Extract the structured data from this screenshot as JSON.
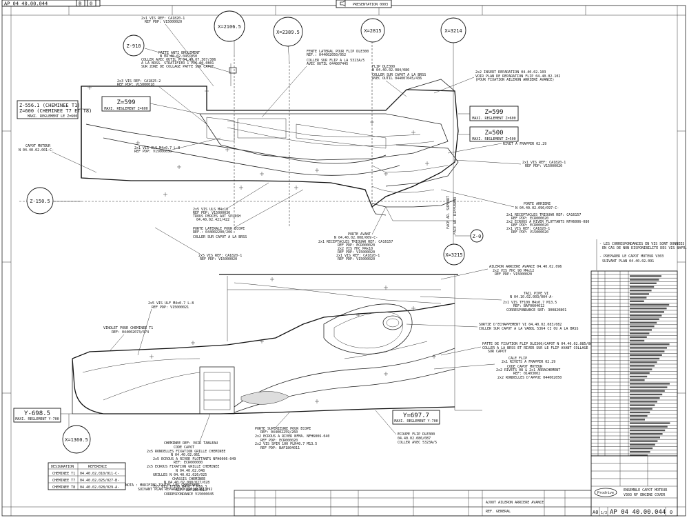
{
  "header": {
    "doc_number": "AP 04 40.00.044",
    "rev_letters": [
      "B",
      "0"
    ],
    "stamp": "PRESENTATION 0003"
  },
  "circles": [
    {
      "key": "c1",
      "label": "X=2106.5"
    },
    {
      "key": "c2",
      "label": "X=2389.5"
    },
    {
      "key": "c3",
      "label": "X=2815"
    },
    {
      "key": "c4",
      "label": "X=3214"
    },
    {
      "key": "c5",
      "label": "Z-910"
    },
    {
      "key": "c6",
      "label": "Z-150.5"
    },
    {
      "key": "c7",
      "label": "Z-0"
    },
    {
      "key": "c8",
      "label": "X=3215"
    },
    {
      "key": "c9",
      "label": "X=1360.5"
    }
  ],
  "boxes": [
    {
      "key": "b1",
      "line1": "Z-556.1 (CHEMINEE T1)",
      "line2": "Z=600 (CHEMINEE T7 ET T8)",
      "line3": "MAXI. REGLEMENT LE Z=600"
    },
    {
      "key": "b2",
      "line1": "Z=599",
      "line2": "MAXI. REGLEMENT Z=600"
    },
    {
      "key": "b3",
      "line1": "Z=599",
      "line2": "MAXI. REGLEMENT Z=600"
    },
    {
      "key": "b4",
      "line1": "Z=500",
      "line2": "MAXI. REGLEMENT Z=500"
    },
    {
      "key": "b5",
      "line1": "Y-698.5",
      "line2": "MAXI. REGLEMENT Y-700"
    },
    {
      "key": "b6",
      "line1": "Y=697.7",
      "line2": "MAXI. REGLEMENT Y-700"
    }
  ],
  "notes": [
    {
      "key": "n1",
      "lines": [
        "2x1 VIS REF: CA1820-1",
        "REF PDP: V15000020"
      ]
    },
    {
      "key": "n2",
      "lines": [
        "PATTE ANTI BRULEMENT",
        "N 04.40.02.045/050",
        "COLLER AVEC OUTIL N 04.40.07.307/306",
        "A LA BRSS. STRATIFIER 1 PLI 00.0801",
        "SUR ZONE DE COLLAGE PATTE SUR CAPOT."
      ]
    },
    {
      "key": "n3",
      "lines": [
        "FENTE LATERAL POUR FLIP DLE300",
        "REF.: 044002050/052",
        "COLLER SUR FLIP A LA 5323A/5",
        "AVEC OUTIL 044007445"
      ]
    },
    {
      "key": "n4",
      "lines": [
        "FLIP DLE300",
        "N 04.40.02.084/086",
        "COLLER SUR CAPOT A LA BRSS",
        "AVEC OUTIL 044007045/436"
      ]
    },
    {
      "key": "n5",
      "lines": [
        "2x2 INSERT REPARATION 04.40.02.103",
        "VOIR PLAN DE REPARATION FLIP 04.40.02.102",
        "(POUR FIXATION AILERON ARRIERE AVANCE)"
      ]
    },
    {
      "key": "n6",
      "lines": [
        "2x3 VIS REF: CA1825-2",
        "REF PDP: V15000018"
      ]
    },
    {
      "key": "n7",
      "lines": [
        "CAPOT MOTEUR",
        "N 04.40.02.001-C-"
      ]
    },
    {
      "key": "n8",
      "lines": [
        "2x1 VIS ULS M4x0.7 L-8",
        "REF PDP: V15000030"
      ]
    },
    {
      "key": "n9",
      "lines": [
        "RIVET A FRAPPER 02.29"
      ]
    },
    {
      "key": "n10",
      "lines": [
        "2x1 VIS REF: CA1820-1",
        "REF PDP: V15000020"
      ]
    },
    {
      "key": "n11",
      "lines": [
        "2x5 VIS ULS M4x10",
        "REF PDP: V15000030",
        "TROUS PERCES AUT SPLASH",
        "04.40.02.421/422"
      ]
    },
    {
      "key": "n12",
      "lines": [
        "PORTE LATERALE POUR ECOPE",
        "REF.: 044002200/206",
        "COLLER SUR CAPOT A LA BRSS"
      ]
    },
    {
      "key": "n13",
      "lines": [
        "PORTE ARRIERE",
        "N 04.40.02.096/097-C-"
      ]
    },
    {
      "key": "n14",
      "lines": [
        "2x1 RECEPTACLES TRIOUAR REF: CA16157",
        "REF PDP: ECR000020",
        "2x2 ECROUS A RIVER FLOTTANTS NFH6006-080",
        "REF PDP: ECR000020",
        "2x1 VIS REF: CA1820-1",
        "REF PDP: V15000020"
      ]
    },
    {
      "key": "n15",
      "lines": [
        "2x5 VIS REF: CA1820-1",
        "REF PDP: V15000020"
      ]
    },
    {
      "key": "n16",
      "lines": [
        "PORTE AVANT",
        "N 04.40.02.008/009-C-",
        "2x1 RECEPTACLES TRIOUAR REF: CA16157",
        "REF PDP: ECR000020",
        "2x2 VIS FHC M4x10",
        "REF PDP: V15000020",
        "2x1 VIS REF: CA1820-1",
        "REF PDP: V15000020"
      ]
    },
    {
      "key": "n17",
      "lines": [
        "AILERON ARRIERE AVANCE 04.40.02.096",
        "2x2 VIS FHC 90 M4x12",
        "REF PDP: V15000020"
      ]
    },
    {
      "key": "n18",
      "lines": [
        "2x5 VIS ULF M4x0.7 L-8",
        "REF PDP: V15000021"
      ]
    },
    {
      "key": "n19",
      "lines": [
        "TAIL PIPE VI",
        "N 04.10.02.003/004-A-",
        "2x1 VIS TF100 M4x0.7 M13.5",
        "REF: BAF0604012",
        "CORRESPONDANCE SBT: 300820801"
      ]
    },
    {
      "key": "n20",
      "lines": [
        "VINOLET POUR CHEMINEE T1",
        "REF: 044002073/074"
      ]
    },
    {
      "key": "n21",
      "lines": [
        "SORTIE D'ECHAPPEMENT VI 04.40.02.083/082",
        "COLLER SUR CAPOT A LA VABOL 5364 CI OU A LA BRSS"
      ]
    },
    {
      "key": "n22",
      "lines": [
        "PATTE DE FIXATION FLIP DLE300/CAPOT N 04.40.02.085/088",
        "COLLER A LA BRSS ET RIVER SUR LE FLIP AVANT COLLAGE",
        "SUR CAPOT"
      ]
    },
    {
      "key": "n23",
      "lines": [
        "CALE FLIP",
        "2x1 RIVETS A FRAPPER 02.29",
        "CODE CAPOT MOTEUR",
        "2x2 RIVETS 08 & 2x1 ARRACHEMENT",
        "REF: 01403002",
        "2x2 RONDELLES D'APPUI 044002050"
      ]
    },
    {
      "key": "n24",
      "lines": [
        "CHEMINEE REF: VOIR TABLEAU",
        "CODE CAPOT",
        "2x5 RONDELLES FIXATION GRILLE CHEMINEE",
        "N 04.40.02.061",
        "2x5 ECROUS A RIVER FLOTTANTS NFH6006-049",
        "REF: ECR000000",
        "2x5 ECROUS FIXATION GRILLE CHEMINEE",
        "N 04.40.02.048",
        "GRILLES N 04.40.02.026/025",
        "CHASSIS CHEMINEE",
        "N 04.40.02.000/027/028",
        "2x5 VIS TF100 M4x0.7 M16.3",
        "REF: BAF1804010",
        "CORRESPONDANCE V15000045"
      ]
    },
    {
      "key": "n25",
      "lines": [
        "PORTE SUPERIEURE POUR ECOPE",
        "REF: 044002259/260",
        "2x2 ECROUS A RIVER NFMA. NFH6006-040",
        "REF PDP: ECR000020",
        "2x2 VIS SPIR 100 PLR40.7 M13.5",
        "REF PDP: BAF1804011"
      ]
    },
    {
      "key": "n26",
      "lines": [
        "ECOUPE FLIP DLE300",
        "04.40.02.086/087",
        "COLLER AVEC 5323A/5"
      ]
    },
    {
      "key": "n27",
      "lines": [
        "NOTA : MODIFIER TOUTES LES CHEMINEES",
        "SUIVANT PLAN REPARATION 04.40.02.092"
      ]
    }
  ],
  "dimension_labels": [
    {
      "key": "d1",
      "text": "FACE AR. DIFFUSEUR"
    },
    {
      "key": "d2",
      "text": "FACE AR. SUPPORT"
    }
  ],
  "designation_table": {
    "headers": [
      "DESIGNATION",
      "REFERENCE"
    ],
    "rows": [
      [
        "CHEMINEE T1",
        "04.40.02.010/011-C-"
      ],
      [
        "CHEMINEE T7",
        "04.40.02.025/027-B-"
      ],
      [
        "CHEMINEE T8",
        "04.40.02.028/029-A-"
      ]
    ]
  },
  "side_notes": {
    "line1": "- LES CORRESPONDANCES EN VIS SONT DONNEES",
    "line2": "EN CAS DE NON DISPONIBILITE DES VIS BAFR.",
    "line3": "- PREPARER LE CAPOT MOTEUR V303",
    "line4": "SUIVANT PLAN 04.40.02.091"
  },
  "title_block": {
    "company": "Prodrive",
    "title_line1": "ENSEMBLE CAPOT MOTEUR",
    "title_line2": "V303 RF ENGINE COVER",
    "format": "A0",
    "sheet": "1/3",
    "doc_number": "AP 04 40.00.044",
    "rev": "0"
  },
  "bottom_strip": {
    "text1": "AJOUT AILERON ARRIERE AVANCE",
    "text2": "REF. GENERAL"
  }
}
